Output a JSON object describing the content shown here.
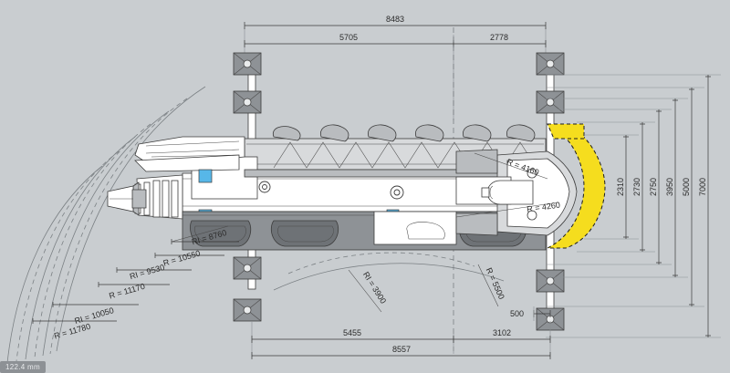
{
  "drawing": {
    "title": "Crawler crane / drill rig plan view with turning radii",
    "units_badge": "122.4 mm",
    "colors": {
      "background": "#c9cdd0",
      "envelope_yellow": "#f5dd1e",
      "accent_blue": "#57b7e8",
      "line": "#3c3c3c",
      "dim_line": "#3a3a3a"
    }
  },
  "dimensions": {
    "top": [
      {
        "label": "8483",
        "name": "overall-top-length"
      },
      {
        "label": "5705",
        "name": "front-top-length"
      },
      {
        "label": "2778",
        "name": "rear-top-length"
      }
    ],
    "bottom": [
      {
        "label": "5455",
        "name": "front-bottom-length"
      },
      {
        "label": "3102",
        "name": "rear-bottom-length"
      },
      {
        "label": "8557",
        "name": "overall-bottom-length"
      },
      {
        "label": "500",
        "name": "rear-offset"
      }
    ],
    "right_vertical": [
      {
        "label": "2310",
        "name": "width-2310"
      },
      {
        "label": "2730",
        "name": "width-2730"
      },
      {
        "label": "2750",
        "name": "width-2750"
      },
      {
        "label": "3950",
        "name": "width-3950"
      },
      {
        "label": "5000",
        "name": "width-5000"
      },
      {
        "label": "7000",
        "name": "width-7000"
      }
    ]
  },
  "radii": {
    "left_fan": [
      {
        "label": "RI = 8760",
        "name": "radius-ri-8760"
      },
      {
        "label": "R = 10550",
        "name": "radius-r-10550"
      },
      {
        "label": "RI = 9530",
        "name": "radius-ri-9530"
      },
      {
        "label": "R = 11170",
        "name": "radius-r-11170"
      },
      {
        "label": "RI = 10050",
        "name": "radius-ri-10050"
      },
      {
        "label": "R = 11780",
        "name": "radius-r-11780"
      }
    ],
    "lower_middle": [
      {
        "label": "RI = 3900",
        "name": "radius-ri-3900"
      },
      {
        "label": "R = 5500",
        "name": "radius-r-5500"
      }
    ],
    "machine_body": [
      {
        "label": "R = 4160",
        "name": "radius-r-4160"
      },
      {
        "label": "R = 4260",
        "name": "radius-r-4260"
      }
    ]
  }
}
